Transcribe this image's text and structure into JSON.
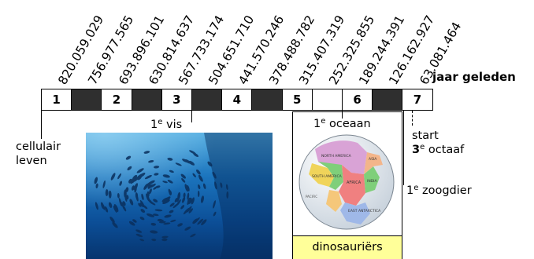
{
  "timeline": {
    "unit_label": "jaar geleden",
    "tick_labels": [
      "820.059.029",
      "756.977.565",
      "693.896.101",
      "630.814.637",
      "567.733.174",
      "504.651.710",
      "441.570.246",
      "378.488.782",
      "315.407.319",
      "252.325.855",
      "189.244.391",
      "126.162.927",
      "63.081.464"
    ],
    "segments": [
      {
        "label": "1",
        "style": "light"
      },
      {
        "label": "",
        "style": "dark"
      },
      {
        "label": "2",
        "style": "light"
      },
      {
        "label": "",
        "style": "dark"
      },
      {
        "label": "3",
        "style": "light"
      },
      {
        "label": "",
        "style": "dark"
      },
      {
        "label": "4",
        "style": "light"
      },
      {
        "label": "",
        "style": "dark"
      },
      {
        "label": "5",
        "style": "light"
      },
      {
        "label": "",
        "style": "light"
      },
      {
        "label": "6",
        "style": "light"
      },
      {
        "label": "",
        "style": "dark"
      },
      {
        "label": "7",
        "style": "light"
      }
    ]
  },
  "annotations": {
    "cellular": {
      "line1": "cellulair",
      "line2": "leven"
    },
    "fish": {
      "ordinal": "1",
      "suffix": "e",
      "text": "vis"
    },
    "ocean": {
      "ordinal": "1",
      "suffix": "e",
      "text": "oceaan"
    },
    "start": {
      "line1": "start",
      "ordinal": "3",
      "suffix": "e",
      "text": "octaaf"
    },
    "mammal": {
      "ordinal": "1",
      "suffix": "e",
      "text": "zoogdier"
    },
    "dinosaurs": "dinosauriërs"
  },
  "globe": {
    "labels": {
      "north_america": "NORTH AMERICA",
      "south_america": "SOUTH AMERICA",
      "africa": "AFRICA",
      "india": "INDIA",
      "east_antarctica": "EAST ANTARCTICA",
      "asia": "ASIA",
      "pacific": "PACIFIC"
    }
  },
  "colors": {
    "dark_segment": "#2f2f2f",
    "dino_box": "#ffff99",
    "water": "#1b74bd"
  }
}
